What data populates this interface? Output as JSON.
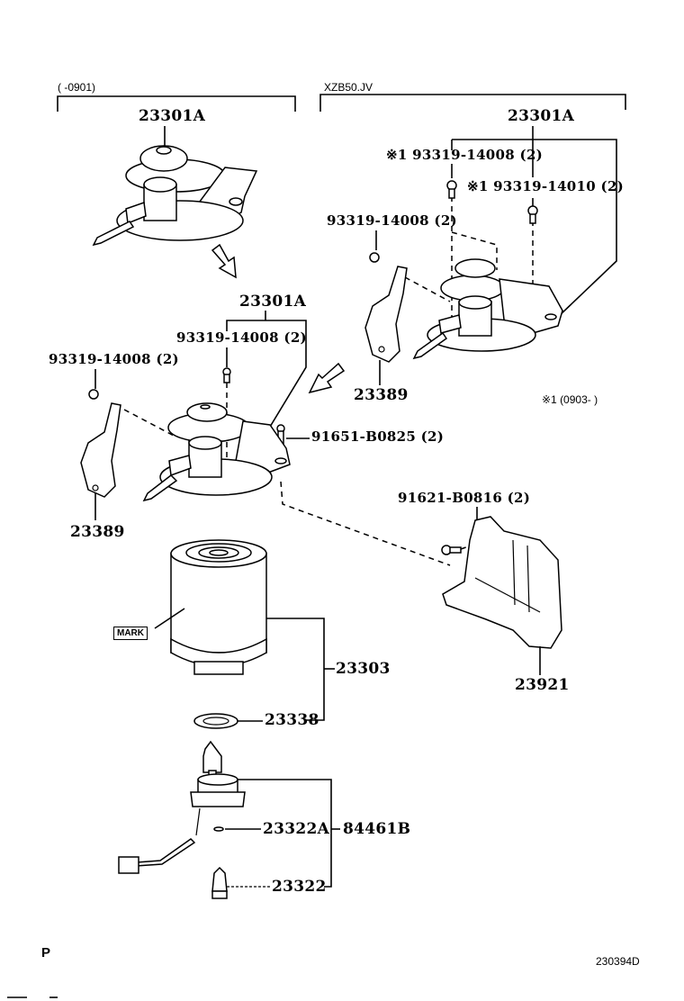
{
  "diagram": {
    "type": "exploded parts diagram",
    "groups": [
      {
        "id": "left",
        "range_label": "(      -0901)"
      },
      {
        "id": "right",
        "range_label": "XZB50.JV"
      }
    ],
    "labels": {
      "top_left_assembly": "23301A",
      "top_right_assembly": "23301A",
      "right_bolt_1": "※1 93319-14008 (2)",
      "right_bolt_2": "※1 93319-14010 (2)",
      "right_bracket_bolt": "93319-14008 (2)",
      "right_bracket": "23389",
      "right_note": "※1 (0903-      )",
      "mid_assembly": "23301A",
      "mid_bolt": "93319-14008 (2)",
      "left_bracket_bolt": "93319-14008 (2)",
      "mid_flange_bolt": "91651-B0825 (2)",
      "shield_bolt": "91621-B0816 (2)",
      "left_bracket": "23389",
      "filter_mark": "MARK",
      "filter": "23303",
      "gasket": "23338",
      "shield": "23921",
      "o_ring": "23322A",
      "sensor_assembly": "84461B",
      "sensor": "23322"
    },
    "footer": {
      "page_marker": "P",
      "figure_id": "230394D"
    }
  }
}
